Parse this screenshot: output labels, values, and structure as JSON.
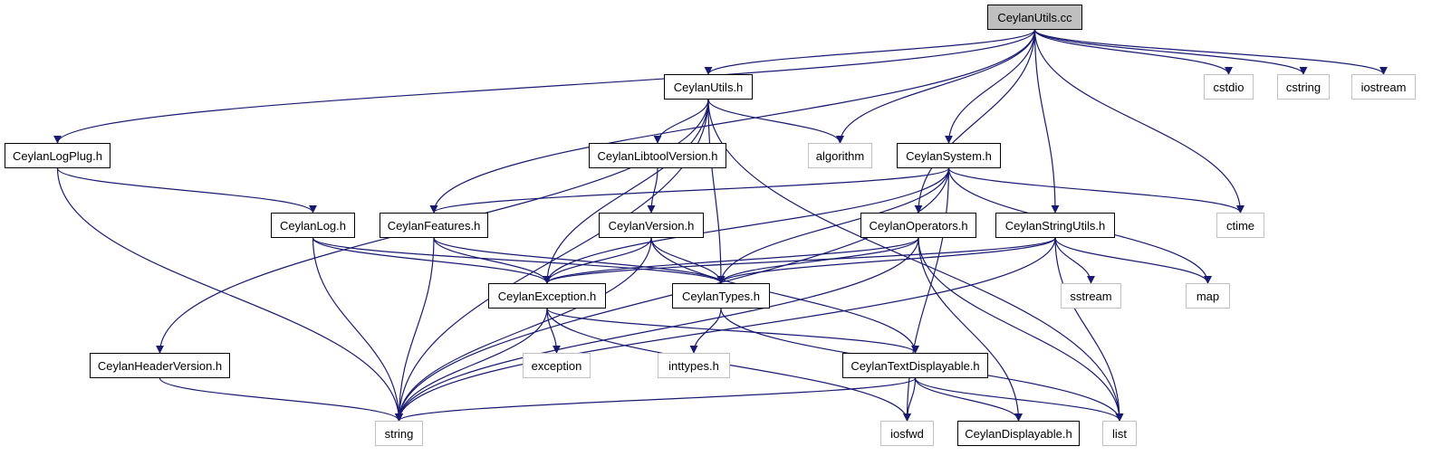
{
  "diagram": {
    "nodes": [
      {
        "id": "CeylanUtils.cc",
        "label": "CeylanUtils.cc",
        "kind": "root"
      },
      {
        "id": "CeylanUtils.h",
        "label": "CeylanUtils.h",
        "kind": "project"
      },
      {
        "id": "CeylanLogPlug.h",
        "label": "CeylanLogPlug.h",
        "kind": "project"
      },
      {
        "id": "CeylanLibtoolVersion.h",
        "label": "CeylanLibtoolVersion.h",
        "kind": "project"
      },
      {
        "id": "CeylanSystem.h",
        "label": "CeylanSystem.h",
        "kind": "project"
      },
      {
        "id": "CeylanLog.h",
        "label": "CeylanLog.h",
        "kind": "project"
      },
      {
        "id": "CeylanFeatures.h",
        "label": "CeylanFeatures.h",
        "kind": "project"
      },
      {
        "id": "CeylanVersion.h",
        "label": "CeylanVersion.h",
        "kind": "project"
      },
      {
        "id": "CeylanOperators.h",
        "label": "CeylanOperators.h",
        "kind": "project"
      },
      {
        "id": "CeylanStringUtils.h",
        "label": "CeylanStringUtils.h",
        "kind": "project"
      },
      {
        "id": "CeylanException.h",
        "label": "CeylanException.h",
        "kind": "project"
      },
      {
        "id": "CeylanTypes.h",
        "label": "CeylanTypes.h",
        "kind": "project"
      },
      {
        "id": "CeylanHeaderVersion.h",
        "label": "CeylanHeaderVersion.h",
        "kind": "project"
      },
      {
        "id": "CeylanTextDisplayable.h",
        "label": "CeylanTextDisplayable.h",
        "kind": "project"
      },
      {
        "id": "CeylanDisplayable.h",
        "label": "CeylanDisplayable.h",
        "kind": "project"
      },
      {
        "id": "cstdio",
        "label": "cstdio",
        "kind": "system"
      },
      {
        "id": "cstring",
        "label": "cstring",
        "kind": "system"
      },
      {
        "id": "iostream",
        "label": "iostream",
        "kind": "system"
      },
      {
        "id": "algorithm",
        "label": "algorithm",
        "kind": "system"
      },
      {
        "id": "ctime",
        "label": "ctime",
        "kind": "system"
      },
      {
        "id": "sstream",
        "label": "sstream",
        "kind": "system"
      },
      {
        "id": "map",
        "label": "map",
        "kind": "system"
      },
      {
        "id": "exception",
        "label": "exception",
        "kind": "system"
      },
      {
        "id": "inttypes.h",
        "label": "inttypes.h",
        "kind": "system"
      },
      {
        "id": "string",
        "label": "string",
        "kind": "system"
      },
      {
        "id": "iosfwd",
        "label": "iosfwd",
        "kind": "system"
      },
      {
        "id": "list",
        "label": "list",
        "kind": "system"
      }
    ],
    "edges": [
      [
        "CeylanUtils.cc",
        "CeylanLogPlug.h"
      ],
      [
        "CeylanUtils.cc",
        "CeylanUtils.h"
      ],
      [
        "CeylanUtils.cc",
        "CeylanFeatures.h"
      ],
      [
        "CeylanUtils.cc",
        "algorithm"
      ],
      [
        "CeylanUtils.cc",
        "CeylanSystem.h"
      ],
      [
        "CeylanUtils.cc",
        "CeylanOperators.h"
      ],
      [
        "CeylanUtils.cc",
        "CeylanStringUtils.h"
      ],
      [
        "CeylanUtils.cc",
        "ctime"
      ],
      [
        "CeylanUtils.cc",
        "cstdio"
      ],
      [
        "CeylanUtils.cc",
        "cstring"
      ],
      [
        "CeylanUtils.cc",
        "iostream"
      ],
      [
        "CeylanUtils.h",
        "CeylanHeaderVersion.h"
      ],
      [
        "CeylanUtils.h",
        "string"
      ],
      [
        "CeylanUtils.h",
        "CeylanLibtoolVersion.h"
      ],
      [
        "CeylanUtils.h",
        "CeylanException.h"
      ],
      [
        "CeylanUtils.h",
        "CeylanTypes.h"
      ],
      [
        "CeylanUtils.h",
        "algorithm"
      ],
      [
        "CeylanUtils.h",
        "list"
      ],
      [
        "CeylanLogPlug.h",
        "CeylanLog.h"
      ],
      [
        "CeylanLogPlug.h",
        "string"
      ],
      [
        "CeylanLibtoolVersion.h",
        "CeylanVersion.h"
      ],
      [
        "CeylanSystem.h",
        "CeylanFeatures.h"
      ],
      [
        "CeylanSystem.h",
        "string"
      ],
      [
        "CeylanSystem.h",
        "CeylanException.h"
      ],
      [
        "CeylanSystem.h",
        "CeylanTypes.h"
      ],
      [
        "CeylanSystem.h",
        "ctime"
      ],
      [
        "CeylanSystem.h",
        "map"
      ],
      [
        "CeylanSystem.h",
        "iosfwd"
      ],
      [
        "CeylanLog.h",
        "string"
      ],
      [
        "CeylanLog.h",
        "CeylanException.h"
      ],
      [
        "CeylanLog.h",
        "CeylanTypes.h"
      ],
      [
        "CeylanFeatures.h",
        "string"
      ],
      [
        "CeylanFeatures.h",
        "CeylanException.h"
      ],
      [
        "CeylanFeatures.h",
        "CeylanTypes.h"
      ],
      [
        "CeylanVersion.h",
        "string"
      ],
      [
        "CeylanVersion.h",
        "CeylanException.h"
      ],
      [
        "CeylanVersion.h",
        "CeylanTypes.h"
      ],
      [
        "CeylanVersion.h",
        "CeylanTextDisplayable.h"
      ],
      [
        "CeylanOperators.h",
        "string"
      ],
      [
        "CeylanOperators.h",
        "CeylanException.h"
      ],
      [
        "CeylanOperators.h",
        "CeylanTypes.h"
      ],
      [
        "CeylanOperators.h",
        "CeylanDisplayable.h"
      ],
      [
        "CeylanOperators.h",
        "list"
      ],
      [
        "CeylanStringUtils.h",
        "string"
      ],
      [
        "CeylanStringUtils.h",
        "CeylanException.h"
      ],
      [
        "CeylanStringUtils.h",
        "CeylanTypes.h"
      ],
      [
        "CeylanStringUtils.h",
        "sstream"
      ],
      [
        "CeylanStringUtils.h",
        "map"
      ],
      [
        "CeylanStringUtils.h",
        "list"
      ],
      [
        "CeylanException.h",
        "exception"
      ],
      [
        "CeylanException.h",
        "string"
      ],
      [
        "CeylanException.h",
        "CeylanTextDisplayable.h"
      ],
      [
        "CeylanException.h",
        "iosfwd"
      ],
      [
        "CeylanTypes.h",
        "inttypes.h"
      ],
      [
        "CeylanTypes.h",
        "list"
      ],
      [
        "CeylanHeaderVersion.h",
        "string"
      ],
      [
        "CeylanTextDisplayable.h",
        "string"
      ],
      [
        "CeylanTextDisplayable.h",
        "iosfwd"
      ],
      [
        "CeylanTextDisplayable.h",
        "CeylanDisplayable.h"
      ],
      [
        "CeylanTextDisplayable.h",
        "list"
      ]
    ]
  },
  "colors": {
    "edge": "#191970",
    "project_border": "#000000",
    "system_border": "#c0c0c0",
    "root_fill": "#bfbfbf",
    "background": "#ffffff"
  }
}
